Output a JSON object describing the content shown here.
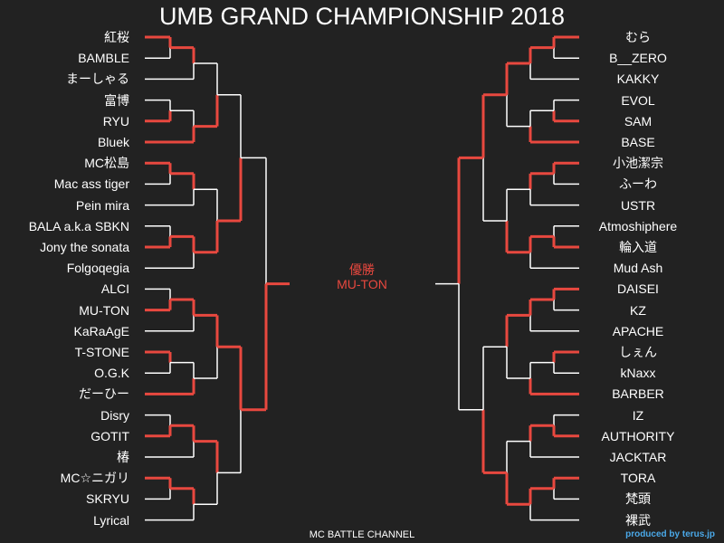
{
  "title": "UMB GRAND CHAMPIONSHIP 2018",
  "winner_label": "優勝",
  "winner_name": "MU-TON",
  "footer": "MC BATTLE CHANNEL",
  "credit": "produced by terus.jp",
  "colors": {
    "background": "#222222",
    "advance": "#e8483f",
    "line": "#ffffff",
    "credit": "#4aa8e8"
  },
  "left_players": [
    "紅桜",
    "BAMBLE",
    "まーしゃる",
    "富博",
    "RYU",
    "Bluek",
    "MC松島",
    "Mac ass tiger",
    "Pein mira",
    "BALA a.k.a SBKN",
    "Jony the sonata",
    "Folgoqegia",
    "ALCI",
    "MU-TON",
    "KaRaAgE",
    "T-STONE",
    "O.G.K",
    "だーひー",
    "Disry",
    "GOTIT",
    "椿",
    "MC☆ニガリ",
    "SKRYU",
    "Lyrical"
  ],
  "right_players": [
    "むら",
    "B__ZERO",
    "KAKKY",
    "EVOL",
    "SAM",
    "BASE",
    "小池潔宗",
    "ふーわ",
    "USTR",
    "Atmoshiphere",
    "輪入道",
    "Mud Ash",
    "DAISEI",
    "KZ",
    "APACHE",
    "しぇん",
    "kNaxx",
    "BARBER",
    "IZ",
    "AUTHORITY",
    "JACKTAR",
    "TORA",
    "梵頭",
    "裸武"
  ]
}
